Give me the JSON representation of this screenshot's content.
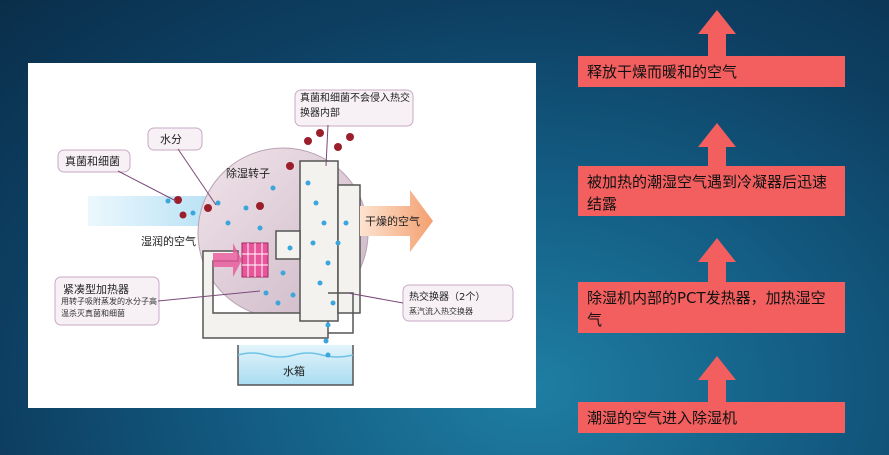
{
  "diagram": {
    "labels": {
      "fungi_bacteria": "真菌和细菌",
      "moisture": "水分",
      "rotor": "除湿转子",
      "no_enter": "真菌和细菌不会侵入热交换器内部",
      "humid_air": "湿润的空气",
      "dry_air": "干燥的空气",
      "heater_title": "紧凑型加热器",
      "heater_desc": "用转子吸附蒸发的水分子高温杀灭真菌和细菌",
      "exchanger_title": "热交换器（2个）",
      "exchanger_desc": "蒸汽流入热交换器",
      "tank": "水箱"
    }
  },
  "flow": {
    "steps": [
      "释放干燥而暖和的空气",
      "被加热的潮湿空气遇到冷凝器后迅速结露",
      "除湿机内部的PCT发热器，加热湿空气",
      "潮湿的空气进入除湿机"
    ]
  },
  "colors": {
    "arrow": "#f35f5f",
    "background": "#0d3f62"
  }
}
